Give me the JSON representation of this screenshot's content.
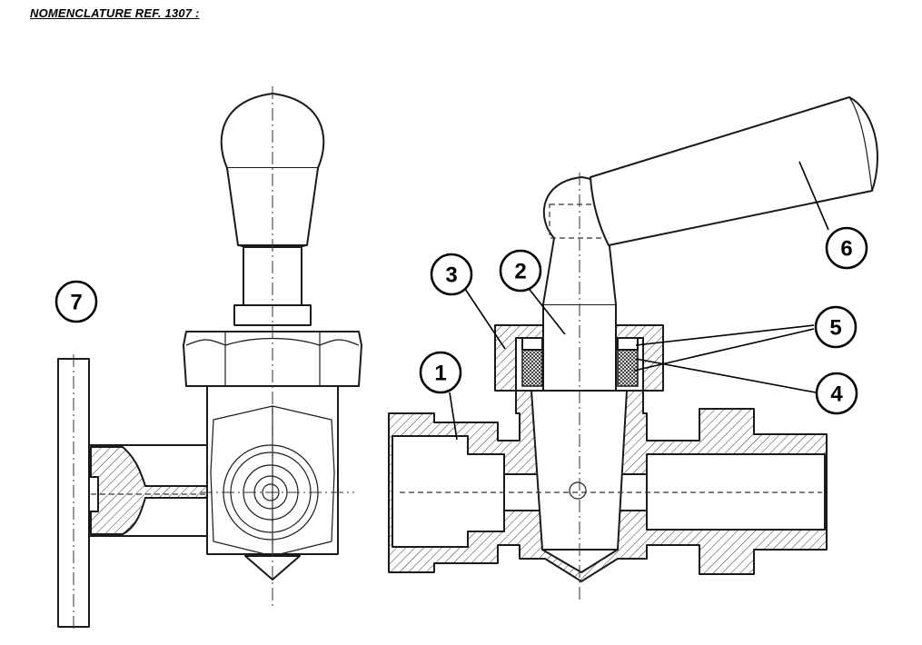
{
  "heading": "NOMENCLATURE REF. 1307 :",
  "callouts": {
    "c1": "1",
    "c2": "2",
    "c3": "3",
    "c4": "4",
    "c5": "5",
    "c6": "6",
    "c7": "7"
  }
}
